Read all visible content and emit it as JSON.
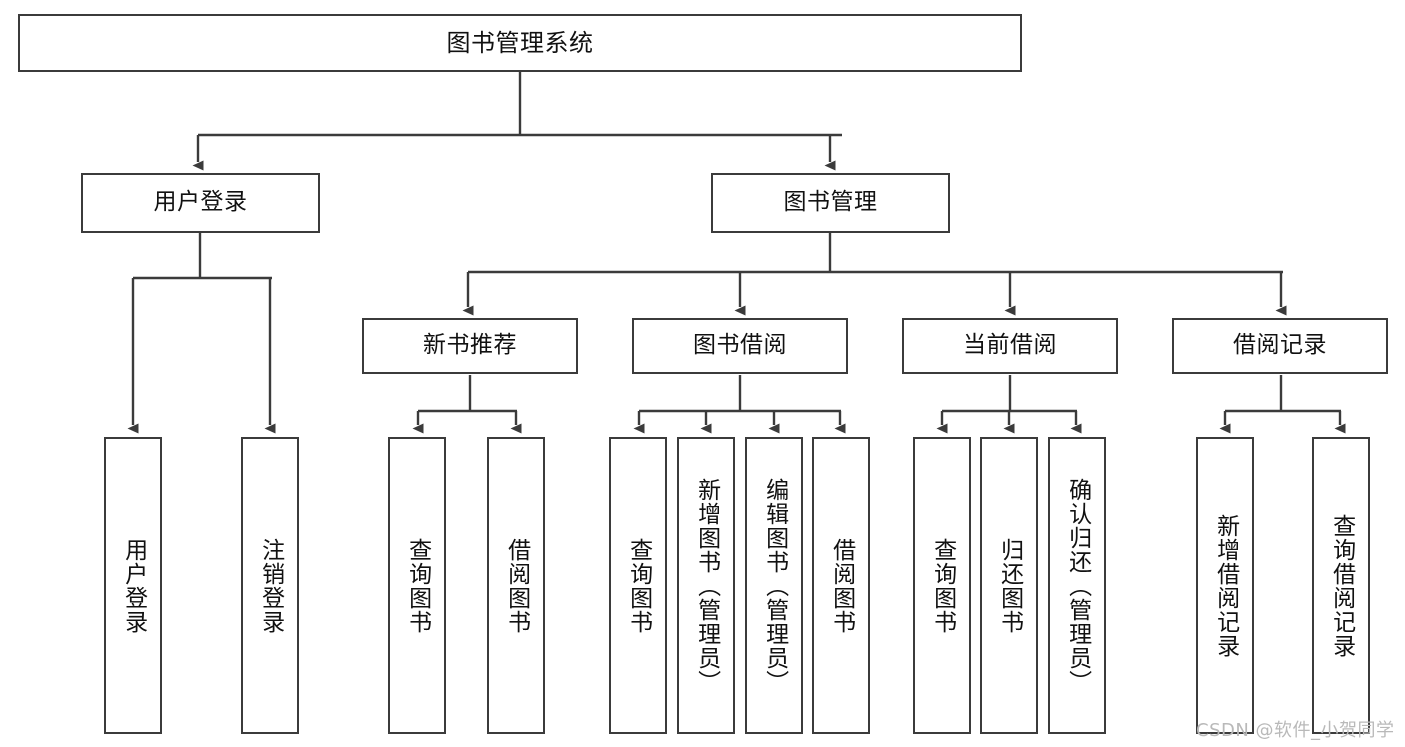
{
  "diagram": {
    "title": "图书管理系统",
    "type": "tree-hierarchy-chart",
    "stroke_color": "#3b3b3b",
    "background_color": "#ffffff",
    "text_color": "#111111"
  },
  "nodes": {
    "root": {
      "label": "图书管理系统"
    },
    "level2": [
      {
        "id": "user-login",
        "label": "用户登录"
      },
      {
        "id": "book-manage",
        "label": "图书管理"
      }
    ],
    "level3": [
      {
        "id": "new-book-recommend",
        "label": "新书推荐"
      },
      {
        "id": "book-borrow",
        "label": "图书借阅"
      },
      {
        "id": "current-borrow",
        "label": "当前借阅"
      },
      {
        "id": "borrow-record",
        "label": "借阅记录"
      }
    ],
    "leaves": {
      "user_login": [
        {
          "id": "leaf-user-login",
          "label": "用户登录"
        },
        {
          "id": "leaf-logout",
          "label": "注销登录"
        }
      ],
      "new_book_recommend": [
        {
          "id": "leaf-query-book-1",
          "label": "查询图书"
        },
        {
          "id": "leaf-borrow-book-1",
          "label": "借阅图书"
        }
      ],
      "book_borrow": [
        {
          "id": "leaf-query-book-2",
          "label": "查询图书"
        },
        {
          "id": "leaf-add-book",
          "label": "新增图书（管理员）"
        },
        {
          "id": "leaf-edit-book",
          "label": "编辑图书（管理员）"
        },
        {
          "id": "leaf-borrow-book-2",
          "label": "借阅图书"
        }
      ],
      "current_borrow": [
        {
          "id": "leaf-query-book-3",
          "label": "查询图书"
        },
        {
          "id": "leaf-return-book",
          "label": "归还图书"
        },
        {
          "id": "leaf-confirm-return",
          "label": "确认归还（管理员）"
        }
      ],
      "borrow_record": [
        {
          "id": "leaf-add-record",
          "label": "新增借阅记录"
        },
        {
          "id": "leaf-query-record",
          "label": "查询借阅记录"
        }
      ]
    }
  },
  "watermark": {
    "text": "CSDN @软件_小贺同学"
  }
}
